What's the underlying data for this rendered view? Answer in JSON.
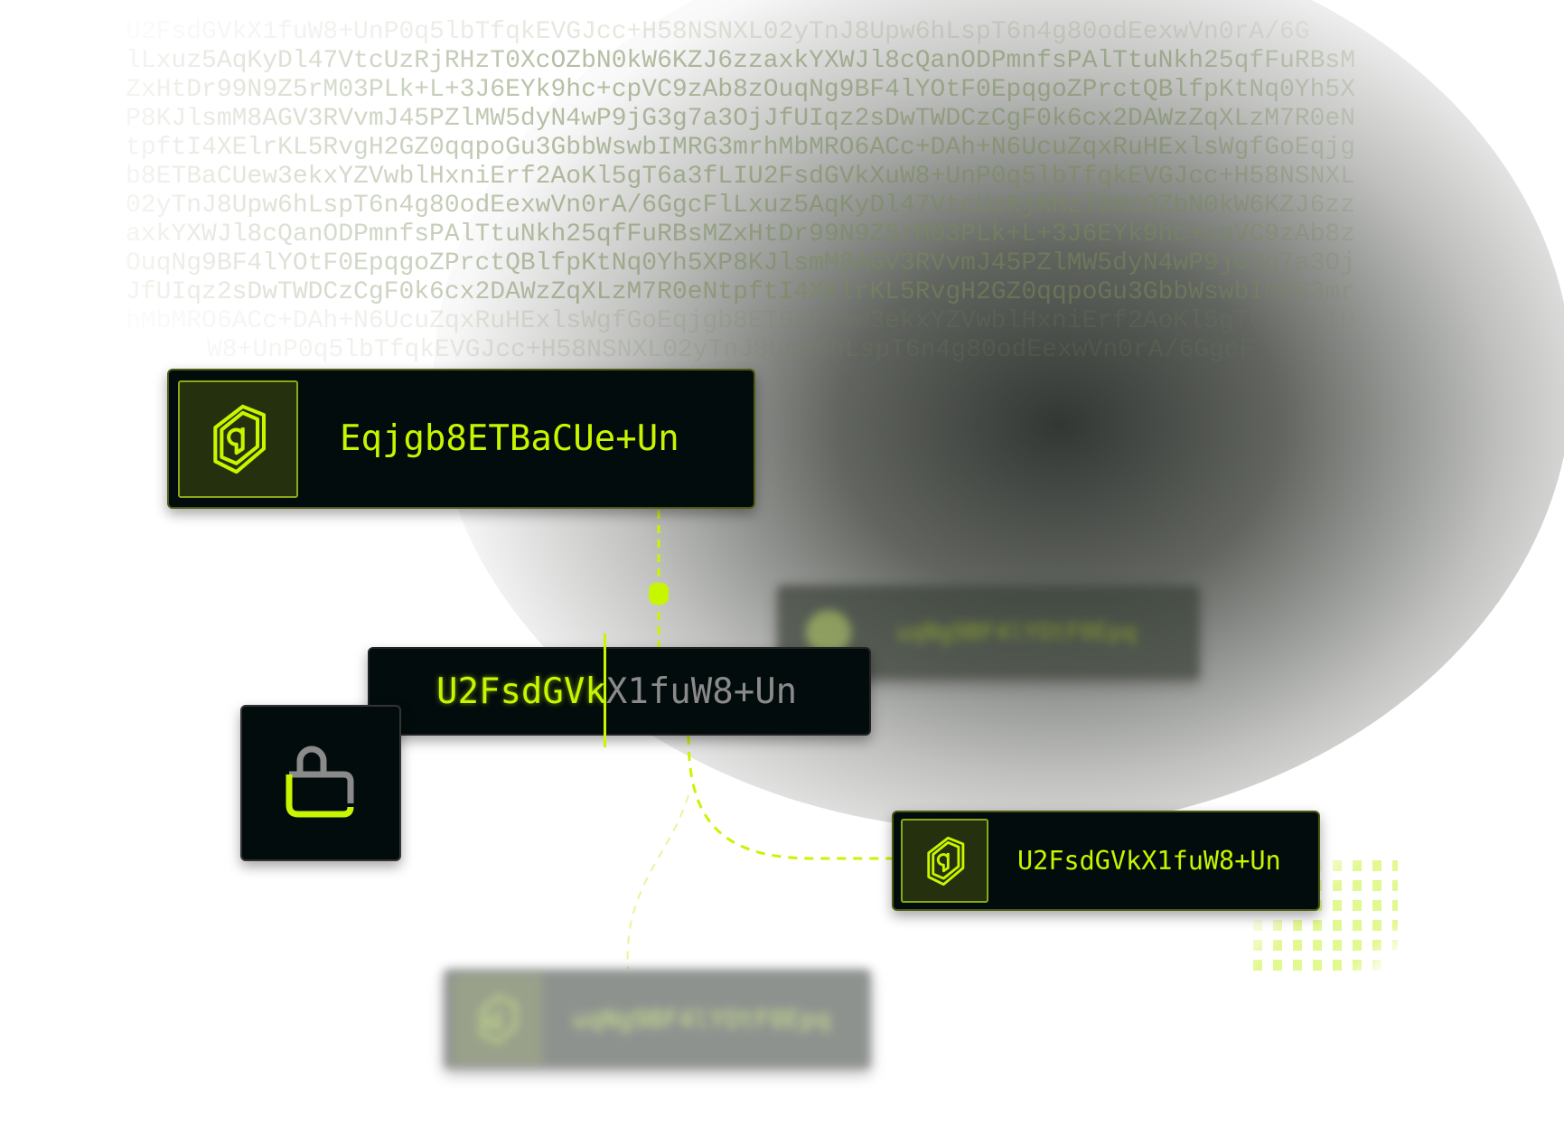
{
  "background_lines": [
    "U2FsdGVkX1fuW8+UnP0q5lbTfqkEVGJcc+H58NSNXL02yTnJ8Upw6hLspT6n4g80odEexwVn0rA/6G",
    "lLxuz5AqKyDl47VtcUzRjRHzT0XcOZbN0kW6KZJ6zzaxkYXWJl8cQanODPmnfsPAlTtuNkh25qfFuRBsM",
    "ZxHtDr99N9Z5rM03PLk+L+3J6EYk9hc+cpVC9zAb8zOuqNg9BF4lYOtF0EpqgoZPrctQBlfpKtNq0Yh5X",
    "P8KJlsmM8AGV3RVvmJ45PZlMW5dyN4wP9jG3g7a3OjJfUIqz2sDwTWDCzCgF0k6cx2DAWzZqXLzM7R0eN",
    "tpftI4XElrKL5RvgH2GZ0qqpoGu3GbbWswbIMRG3mrhMbMRO6ACc+DAh+N6UcuZqxRuHExlsWgfGoEqjg",
    "b8ETBaCUew3ekxYZVwblHxniErf2AoKl5gT6a3fLIU2FsdGVkXuW8+UnP0q5lbTfqkEVGJcc+H58NSNXL",
    "02yTnJ8Upw6hLspT6n4g80odEexwVn0rA/6GgcFlLxuz5AqKyDl47VtcUzRjRHzT0XcOZbN0kW6KZJ6zz",
    "axkYXWJl8cQanODPmnfsPAlTtuNkh25qfFuRBsMZxHtDr99N9Z5rM03PLk+L+3J6EYk9hc+cpVC9zAb8z",
    "OuqNg9BF4lYOtF0EpqgoZPrctQBlfpKtNq0Yh5XP8KJlsmM8AGV3RVvmJ45PZlMW5dyN4wP9jG3g7a3Oj",
    "JfUIqz2sDwTWDCzCgF0k6cx2DAWzZqXLzM7R0eNtpftI4XElrKL5RvgH2GZ0qqpoGu3GbbWswbIMRG3mr",
    "hMbMRO6ACc+DAh+N6UcuZqxRuHExlsWgfGoEqjgb8ETBaCUew3ekxYZVwblHxniErf2AoKl5gT6a3fLIU",
    "W8+UnP0q5lbTfqkEVGJcc+H58NSNXL02yTnJ8Upw6hLspT6n4g80odEexwVn0rA/6GgcF"
  ],
  "cards": {
    "top": {
      "value": "Eqjgb8ETBaCUe+Un",
      "icon": "hexagon-logo-icon"
    },
    "input": {
      "typed": "U2FsdGVk",
      "remaining": "X1fuW8+Un"
    },
    "lock": {
      "icon": "lock-icon"
    },
    "right": {
      "value": "U2FsdGVkX1fuW8+Un",
      "icon": "hexagon-logo-icon"
    },
    "bottom_blurred": {
      "value": "uqNg9BF4lYOtF0Epq",
      "icon": "hexagon-logo-icon"
    },
    "top_blurred": {
      "value": "uqNg9BF4lYOtF0Epq"
    }
  },
  "colors": {
    "accent": "#c8f500",
    "card_bg": "#030c0c",
    "icon_bg": "#25300e"
  }
}
